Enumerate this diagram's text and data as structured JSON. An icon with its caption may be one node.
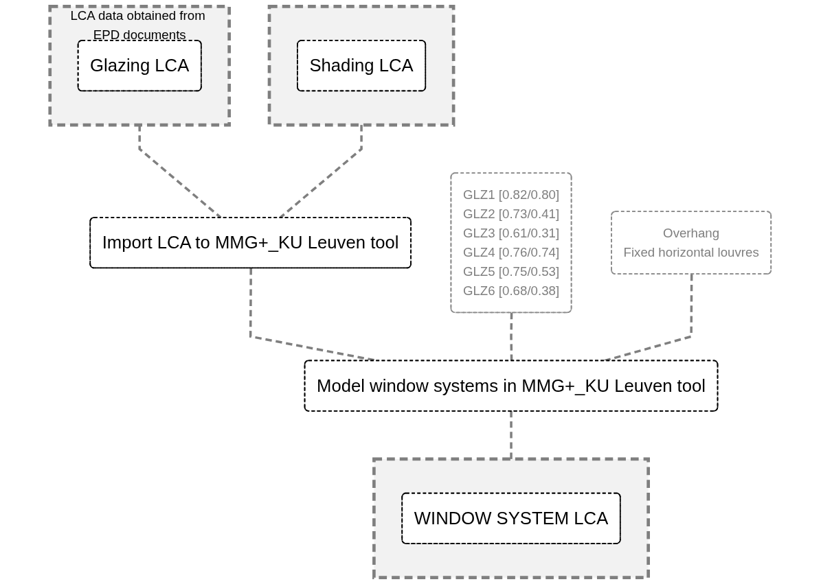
{
  "diagram": {
    "nodes": [
      {
        "text": [
          "LCA data obtained from EPD documents"
        ]
      },
      {
        "text": [
          "Glazing LCA"
        ],
        "in": 0
      },
      {
        "text": [],
        "shape": "box"
      },
      {
        "text": [
          "Shading LCA"
        ],
        "in": 2
      },
      {
        "text": [
          "Import LCA to MMG+_KU Leuven tool"
        ]
      },
      {
        "text": [
          "Model window systems in MMG+_KU Leuven tool"
        ]
      },
      {
        "text": [
          "GLZ1 [0.82/0.80]",
          "GLZ2 [0.73/0.41]",
          "GLZ3 [0.61/0.31]",
          "GLZ4 [0.76/0.74]",
          "GLZ5 [0.75/0.53]",
          "GLZ6 [0.68/0.38]"
        ]
      },
      {
        "text": [
          "Overhang",
          "Fixed horizontal louvres"
        ]
      },
      {
        "text": [],
        "shape": "box"
      },
      {
        "text": [
          "WINDOW SYSTEM LCA"
        ],
        "in": 8
      }
    ],
    "edges": [
      {
        "from": 0,
        "to": 4,
        "arrow": "none",
        "style": "dashed"
      },
      {
        "from": 2,
        "to": 4,
        "arrow": "none",
        "style": "dashed"
      },
      {
        "from": 4,
        "to": 5,
        "arrow": "none",
        "style": "dashed"
      },
      {
        "from": 6,
        "to": 5,
        "arrow": "none",
        "style": "dashed"
      },
      {
        "from": 7,
        "to": 5,
        "arrow": "none",
        "style": "dashed"
      },
      {
        "from": 5,
        "to": 8,
        "arrow": "none",
        "style": "dashed"
      }
    ]
  }
}
